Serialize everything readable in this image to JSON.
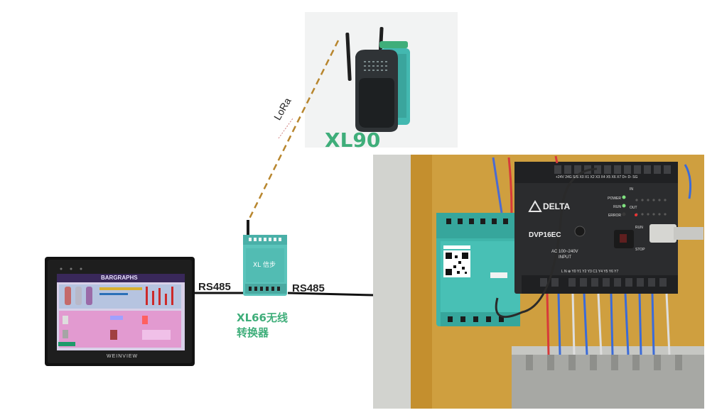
{
  "lora_label": "LoRa",
  "xl90_label": "XL90",
  "rs485_left": "RS485",
  "rs485_right": "RS485",
  "xl66_label_line1": "XL66无线",
  "xl66_label_line2": "转换器",
  "converter_print": "XL 信步",
  "plc_brand": "DELTA",
  "plc_model": "DVP16EC",
  "plc_power_rating": "AC 100~240V",
  "plc_input_label": "INPUT",
  "plc_status": [
    "POWER",
    "RUN",
    "ERROR"
  ],
  "plc_io": [
    "IN",
    "OUT"
  ],
  "plc_switch": [
    "RUN",
    "STOP"
  ],
  "plc_terminals_top": "+24V 24G S/S X0 X1 X2 X3 X4 X5 X6 X7 D+ D- SG",
  "plc_terminals_bottom": "L N ⊕ Y0 Y1 Y2 Y3 C1 Y4 Y5 Y6 Y7",
  "hmi_screen_title": "BARGRAPHS",
  "hmi_brand": "WEINVIEW",
  "colors": {
    "accent_green": "#3fae7a",
    "teal_device": "#43b8b0",
    "lora_line": "#b8862e",
    "cable": "#111111"
  }
}
